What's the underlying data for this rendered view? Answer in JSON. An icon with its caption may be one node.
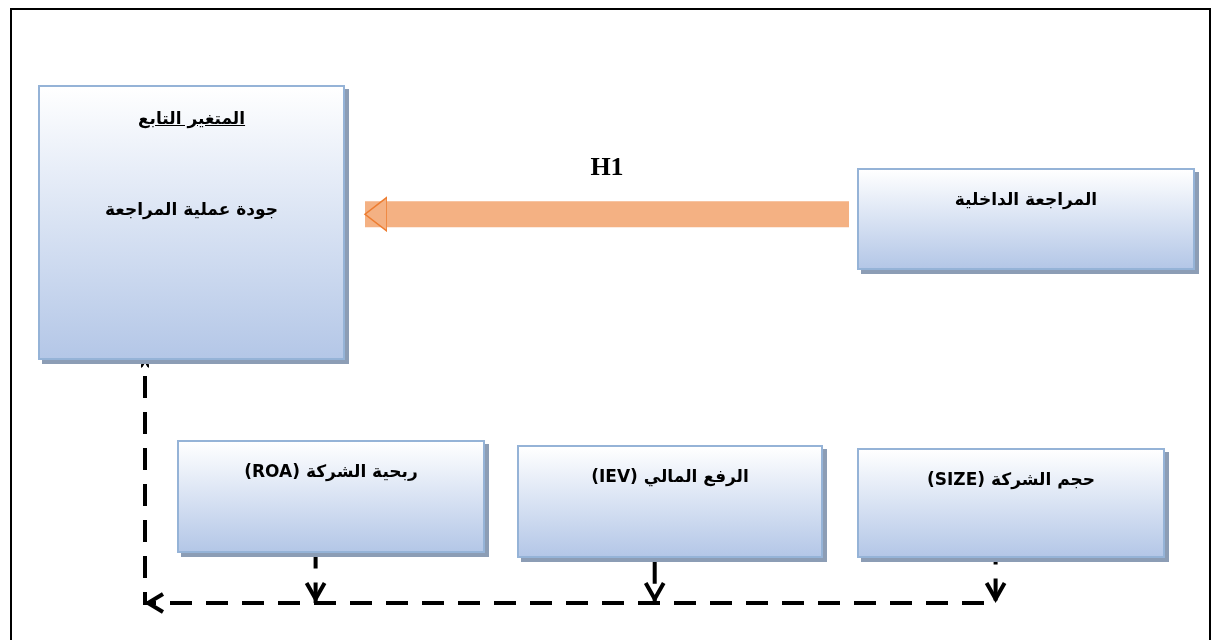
{
  "diagram": {
    "nodes": [
      {
        "text": [
          "المتغير التابع",
          "جودة عملية المراجعة"
        ]
      },
      {
        "text": [
          "المراجعة الداخلية"
        ]
      },
      {
        "text": [
          "ربحية الشركة (ROA)"
        ]
      },
      {
        "text": [
          "الرفع المالي (IEV)"
        ]
      },
      {
        "text": [
          "حجم الشركة (SIZE)"
        ]
      }
    ],
    "edges": [
      {
        "from": 1,
        "to": 0,
        "arrow": "to",
        "label": "H1",
        "style": "thick",
        "color": "#f4b183"
      },
      {
        "from": 2,
        "to": 0,
        "arrow": "to",
        "style": "dashed"
      },
      {
        "from": 3,
        "to": 0,
        "arrow": "to",
        "style": "dashed"
      },
      {
        "from": 4,
        "to": 0,
        "arrow": "to",
        "style": "dashed"
      }
    ]
  }
}
